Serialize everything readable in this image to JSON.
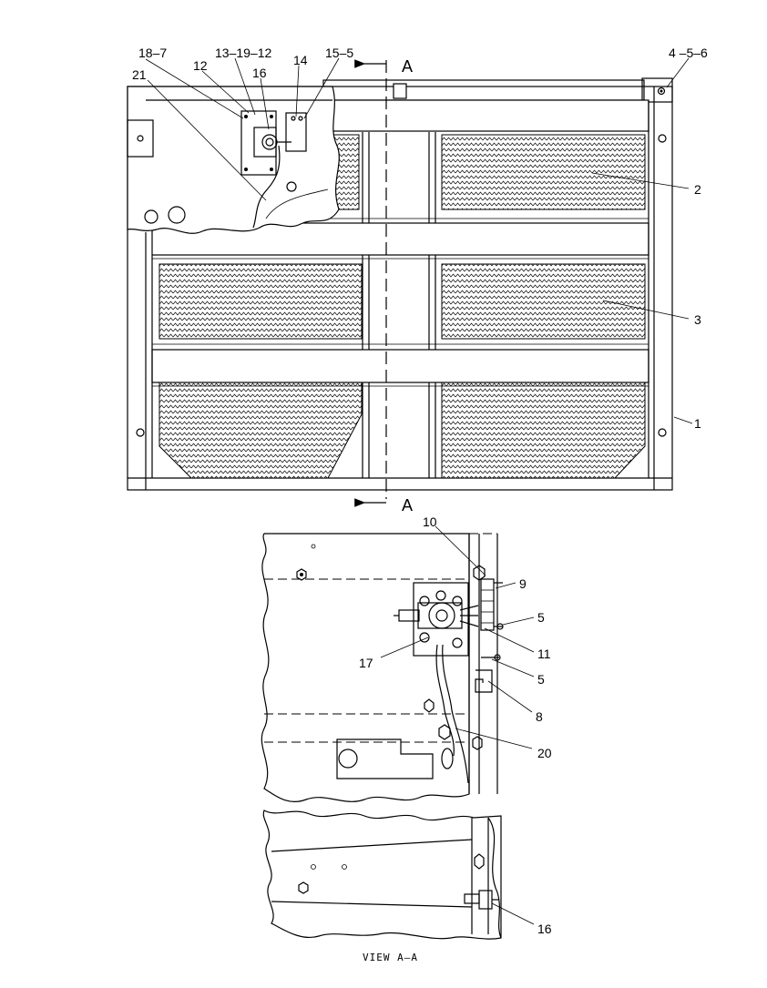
{
  "drawing": {
    "section_marker": "A",
    "view_caption": "VIEW A–A",
    "callouts": {
      "c_18_7": "18–7",
      "c_12": "12",
      "c_13_19_12": "13–19–12",
      "c_16_top": "16",
      "c_14": "14",
      "c_15_5": "15–5",
      "c_21": "21",
      "c_4_5_6": "4 –5–6",
      "c_2": "2",
      "c_3": "3",
      "c_1": "1",
      "c_10": "10",
      "c_9": "9",
      "c_5a": "5",
      "c_11": "11",
      "c_5b": "5",
      "c_17": "17",
      "c_8": "8",
      "c_20": "20",
      "c_16_bottom": "16"
    }
  }
}
